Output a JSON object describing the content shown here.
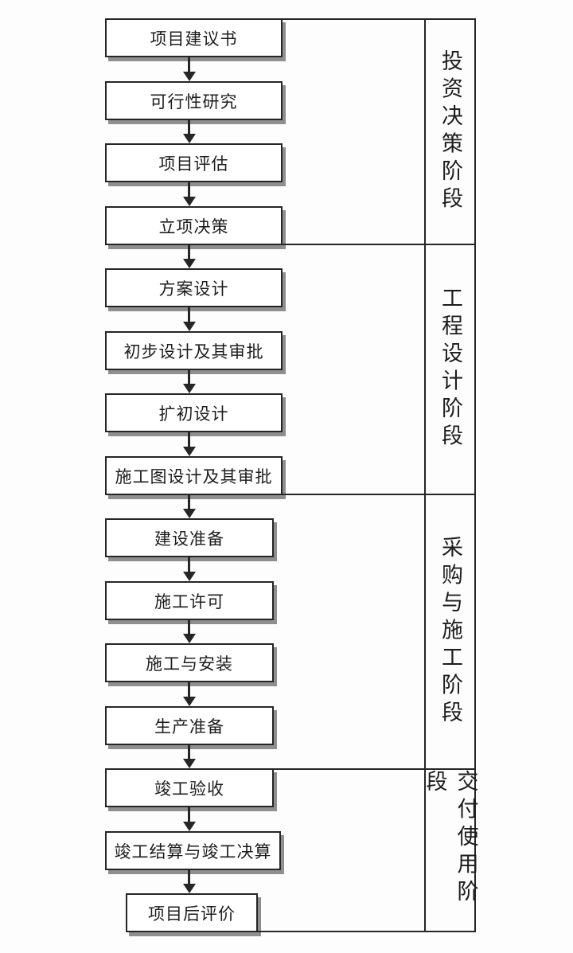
{
  "page": {
    "background": "#fdfdfd",
    "line_color": "#262626",
    "shadow_color": "#8f8f8f",
    "box_fill": "#ffffff",
    "text_color": "#1d1d1d"
  },
  "flowchart": {
    "steps": [
      {
        "label": "项目建议书"
      },
      {
        "label": "可行性研究"
      },
      {
        "label": "项目评估"
      },
      {
        "label": "立项决策"
      },
      {
        "label": "方案设计"
      },
      {
        "label": "初步设计及其审批"
      },
      {
        "label": "扩初设计"
      },
      {
        "label": "施工图设计及其审批"
      },
      {
        "label": "建设准备"
      },
      {
        "label": "施工许可"
      },
      {
        "label": "施工与安装"
      },
      {
        "label": "生产准备"
      },
      {
        "label": "竣工验收"
      },
      {
        "label": "竣工结算与竣工决算"
      },
      {
        "label": "项目后评价"
      }
    ],
    "connector": "arrow-down",
    "phases": [
      {
        "label": "投资决策阶段",
        "steps_covered": [
          "项目建议书",
          "可行性研究",
          "项目评估",
          "立项决策"
        ]
      },
      {
        "label": "工程设计阶段",
        "steps_covered": [
          "方案设计",
          "初步设计及其审批",
          "扩初设计",
          "施工图设计及其审批"
        ]
      },
      {
        "label": "采购与施工阶段",
        "steps_covered": [
          "建设准备",
          "施工许可",
          "施工与安装",
          "生产准备"
        ]
      },
      {
        "label": "交付使用阶段",
        "steps_covered": [
          "竣工验收",
          "竣工结算与竣工决算",
          "项目后评价"
        ]
      }
    ]
  }
}
